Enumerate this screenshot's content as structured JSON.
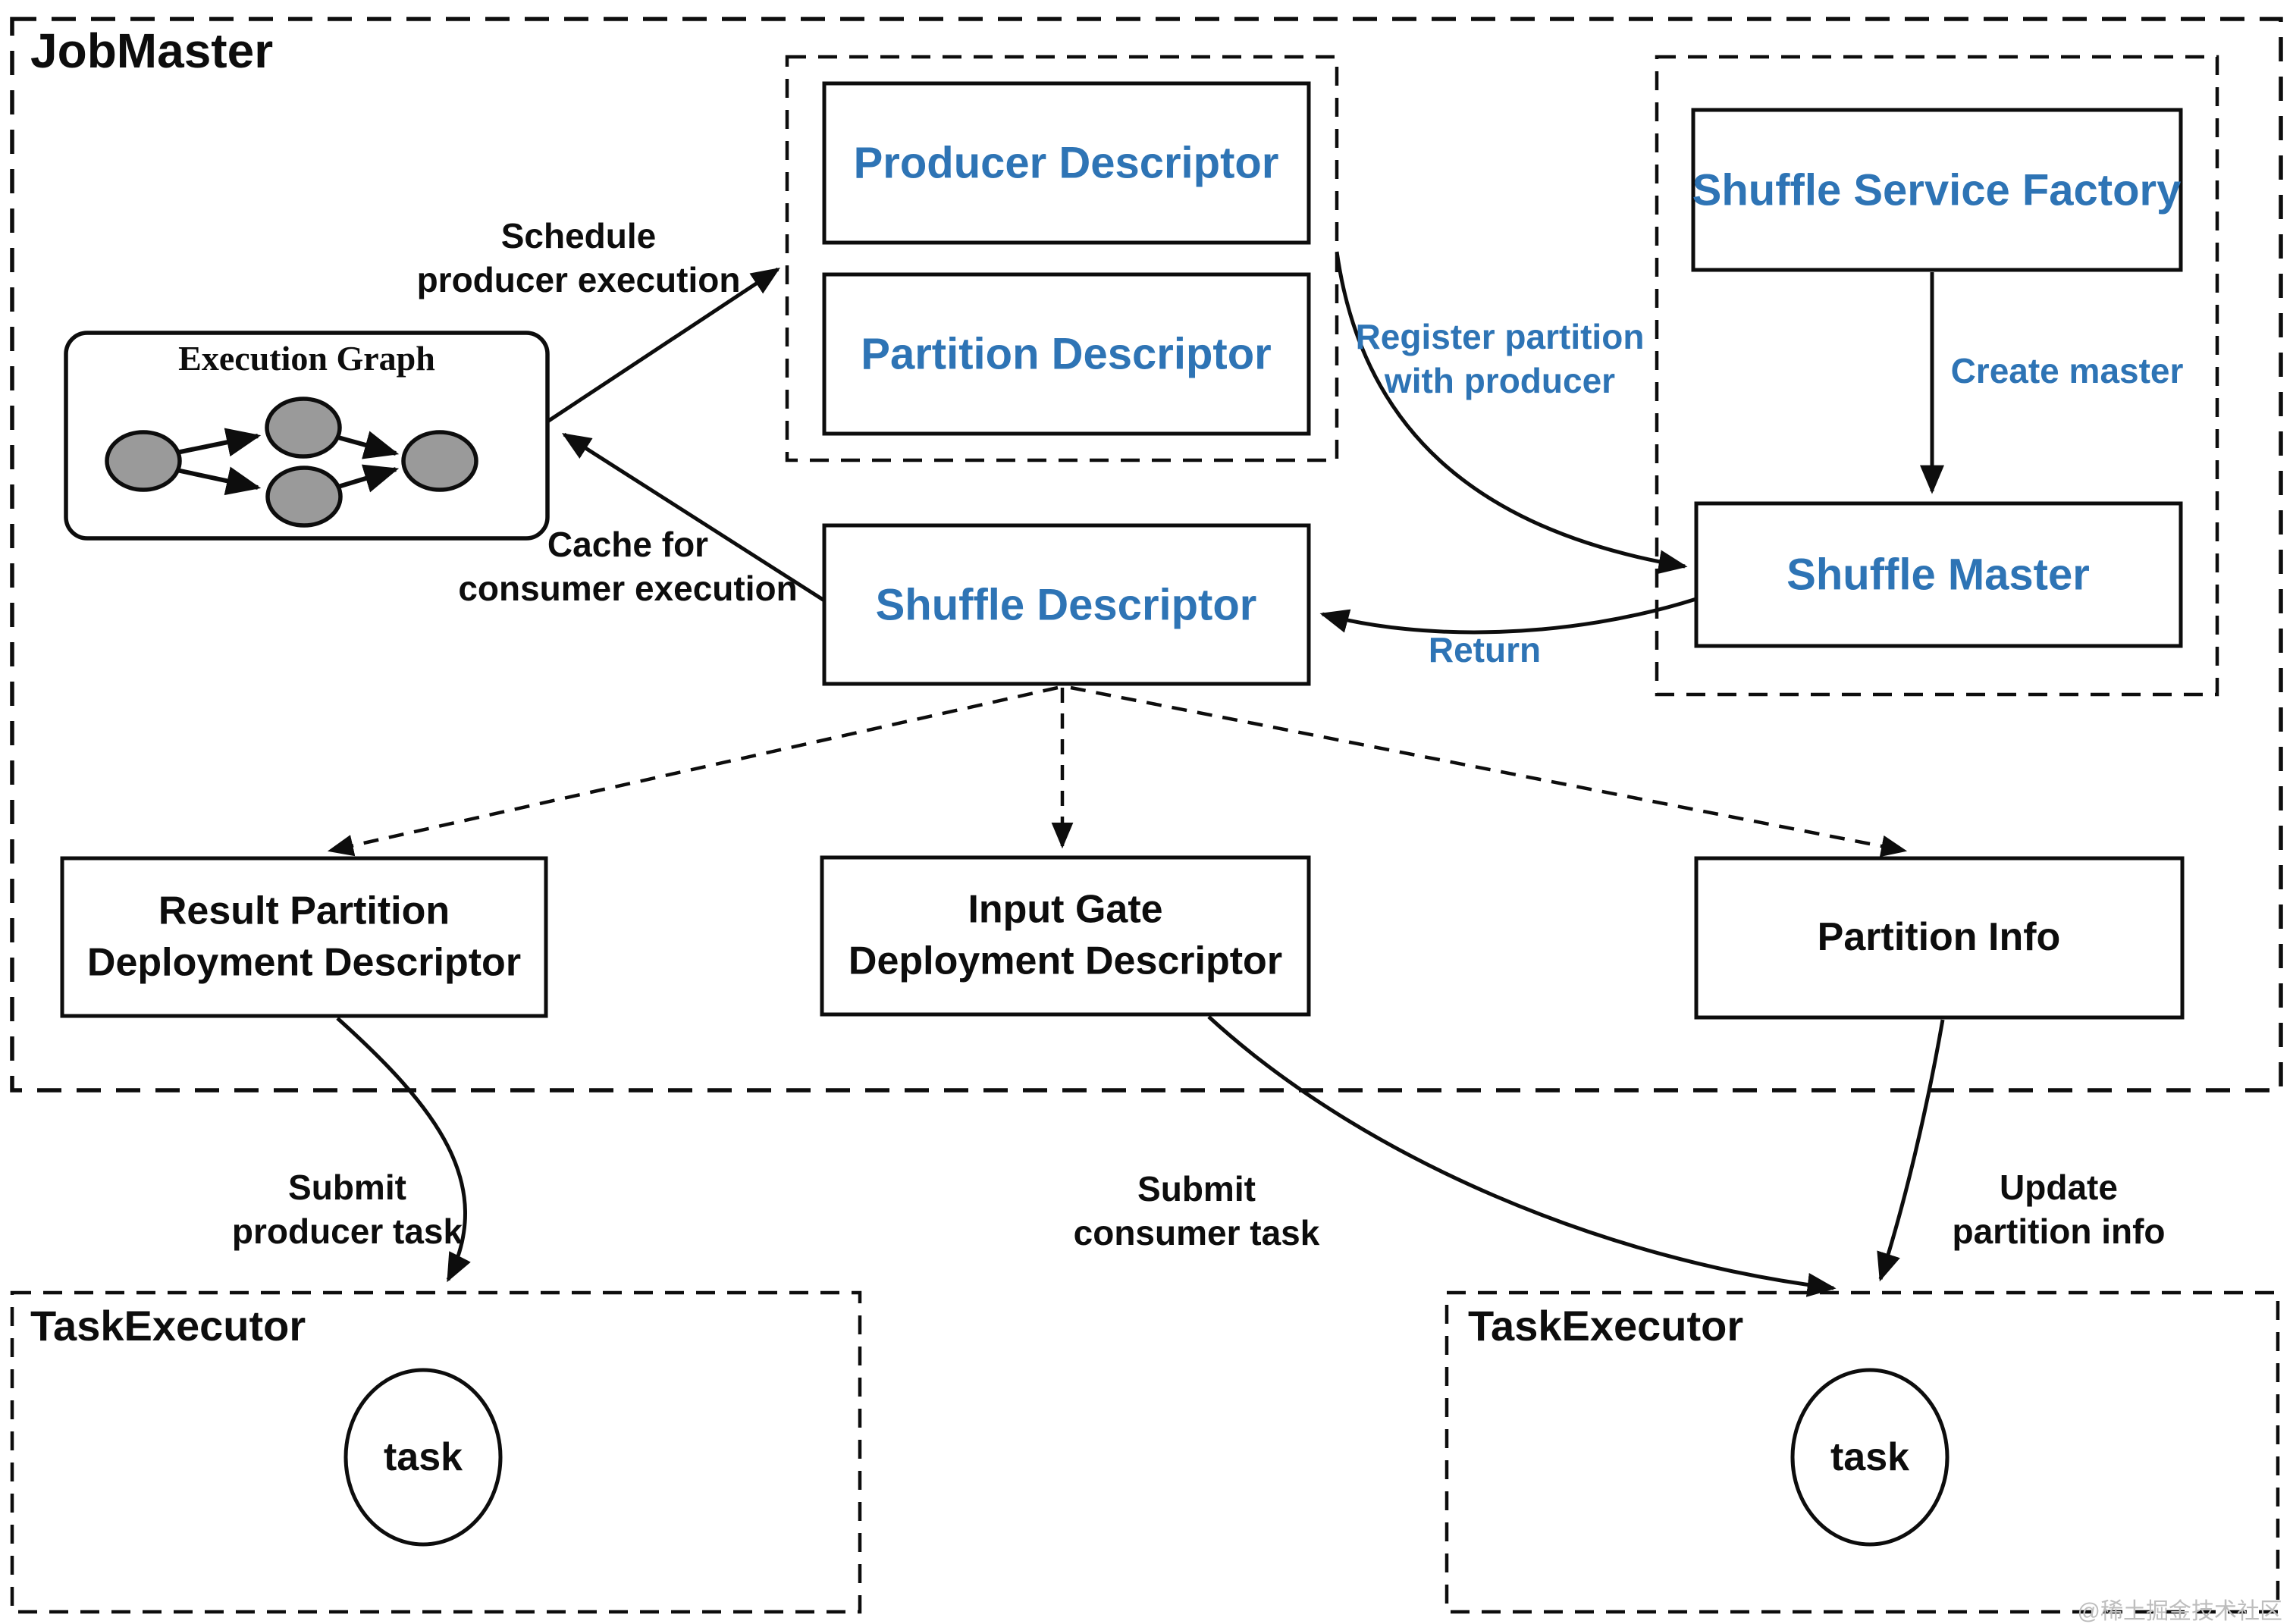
{
  "jobmaster_label": "JobMaster",
  "boxes": {
    "execution_graph": "Execution Graph",
    "producer_descriptor": "Producer Descriptor",
    "partition_descriptor": "Partition Descriptor",
    "shuffle_service_factory": "Shuffle Service Factory",
    "shuffle_master": "Shuffle Master",
    "shuffle_descriptor": "Shuffle Descriptor",
    "result_partition_line1": "Result Partition",
    "result_partition_line2": "Deployment Descriptor",
    "input_gate_line1": "Input Gate",
    "input_gate_line2": "Deployment Descriptor",
    "partition_info": "Partition Info"
  },
  "task_executors": {
    "left_label": "TaskExecutor",
    "left_task": "task",
    "right_label": "TaskExecutor",
    "right_task": "task"
  },
  "edge_labels": {
    "schedule_line1": "Schedule",
    "schedule_line2": "producer execution",
    "cache_line1": "Cache for",
    "cache_line2": "consumer execution",
    "register_line1": "Register partition",
    "register_line2": "with producer",
    "create_master": "Create master",
    "return": "Return",
    "submit_producer_line1": "Submit",
    "submit_producer_line2": "producer task",
    "submit_consumer_line1": "Submit",
    "submit_consumer_line2": "consumer task",
    "update_partition_line1": "Update",
    "update_partition_line2": "partition info"
  },
  "watermark": "@稀土掘金技术社区",
  "colors": {
    "accent_blue": "#2E74B5",
    "node_gray": "#9A9A9A",
    "line_black": "#0D0D0D",
    "watermark_gray": "#BDBDBD"
  }
}
